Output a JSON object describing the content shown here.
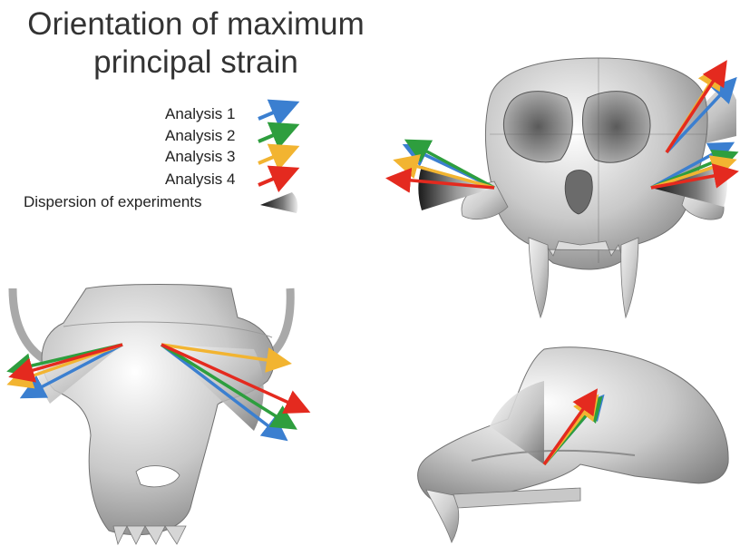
{
  "title": {
    "line1": "Orientation of maximum",
    "line2": "principal strain"
  },
  "legend": [
    {
      "label": "Analysis 1",
      "color": "#3b7fd0",
      "icon": "blue-arrow-icon"
    },
    {
      "label": "Analysis 2",
      "color": "#2e9e3e",
      "icon": "green-arrow-icon"
    },
    {
      "label": "Analysis 3",
      "color": "#f2b431",
      "icon": "yellow-arrow-icon"
    },
    {
      "label": "Analysis 4",
      "color": "#e42a1f",
      "icon": "red-arrow-icon"
    },
    {
      "label": "Dispersion of experiments",
      "color": "#333333",
      "icon": "dispersion-wedge-icon"
    }
  ],
  "views": [
    "frontal-view",
    "inferior-view",
    "lateral-view"
  ]
}
